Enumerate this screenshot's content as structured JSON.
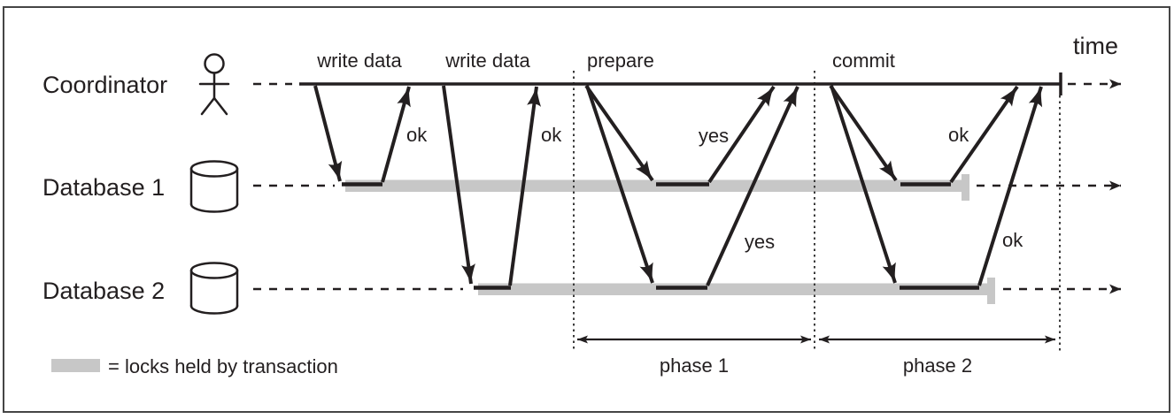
{
  "figure": {
    "rows": [
      {
        "label": "Coordinator",
        "icon": "person"
      },
      {
        "label": "Database 1",
        "icon": "database"
      },
      {
        "label": "Database 2",
        "icon": "database"
      }
    ],
    "time_label": "time",
    "message_labels": {
      "write_data_1": "write data",
      "write_data_2": "write data",
      "prepare": "prepare",
      "commit": "commit"
    },
    "reply_labels": {
      "ok_write_1": "ok",
      "ok_write_2": "ok",
      "yes_prepare_db1": "yes",
      "yes_prepare_db2": "yes",
      "ok_commit_db1": "ok",
      "ok_commit_db2": "ok"
    },
    "phase_labels": {
      "phase1": "phase 1",
      "phase2": "phase 2"
    },
    "legend": {
      "text": "= locks held by transaction"
    },
    "colors": {
      "stroke": "#231f20",
      "lock_bar": "#c7c7c7",
      "background": "#ffffff",
      "border": "#454545"
    }
  }
}
